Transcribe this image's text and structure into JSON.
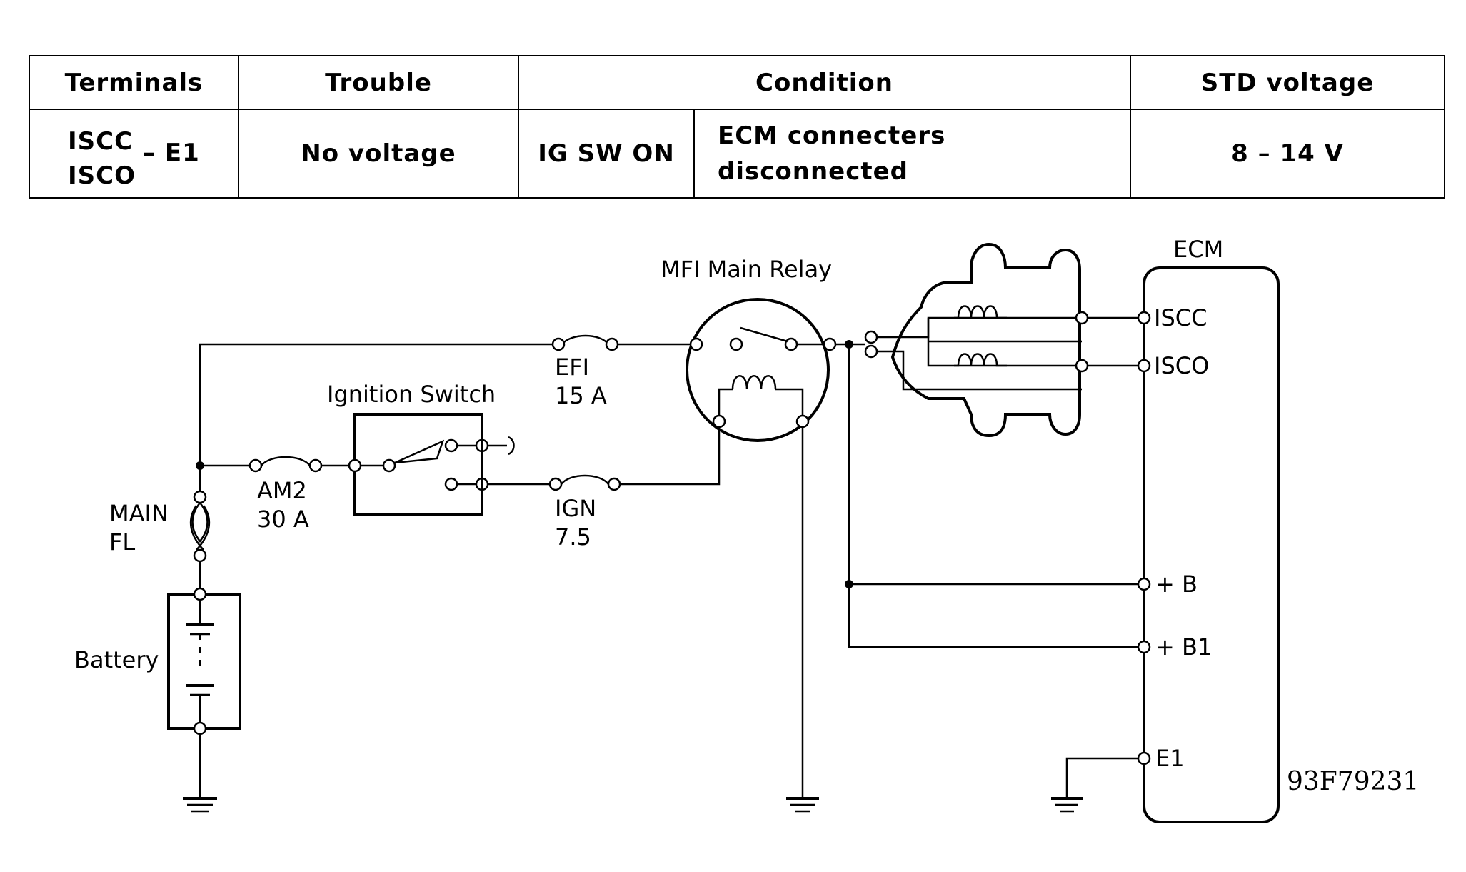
{
  "table": {
    "headers": [
      "Terminals",
      "Trouble",
      "Condition",
      "STD voltage"
    ],
    "row": {
      "terminals_top": "ISCC",
      "terminals_bottom": "ISCO",
      "terminals_ground": "– E1",
      "trouble": "No voltage",
      "condition_switch": "IG SW ON",
      "condition_note_line1": "ECM connecters",
      "condition_note_line2": "disconnected",
      "std_voltage": "8 – 14 V"
    }
  },
  "diagram": {
    "relay_label": "MFI Main Relay",
    "ecm_label": "ECM",
    "ignition_switch_label": "Ignition Switch",
    "efi_fuse": {
      "name": "EFI",
      "rating": "15 A"
    },
    "am2_fuse": {
      "name": "AM2",
      "rating": "30 A"
    },
    "ign_fuse": {
      "name": "IGN",
      "rating": "7.5"
    },
    "main_fl": {
      "line1": "MAIN",
      "line2": "FL"
    },
    "battery_label": "Battery",
    "ecm_terminals": [
      "ISCC",
      "ISCO",
      "+ B",
      "+ B1",
      "E1"
    ],
    "figure_code": "93F79231"
  }
}
